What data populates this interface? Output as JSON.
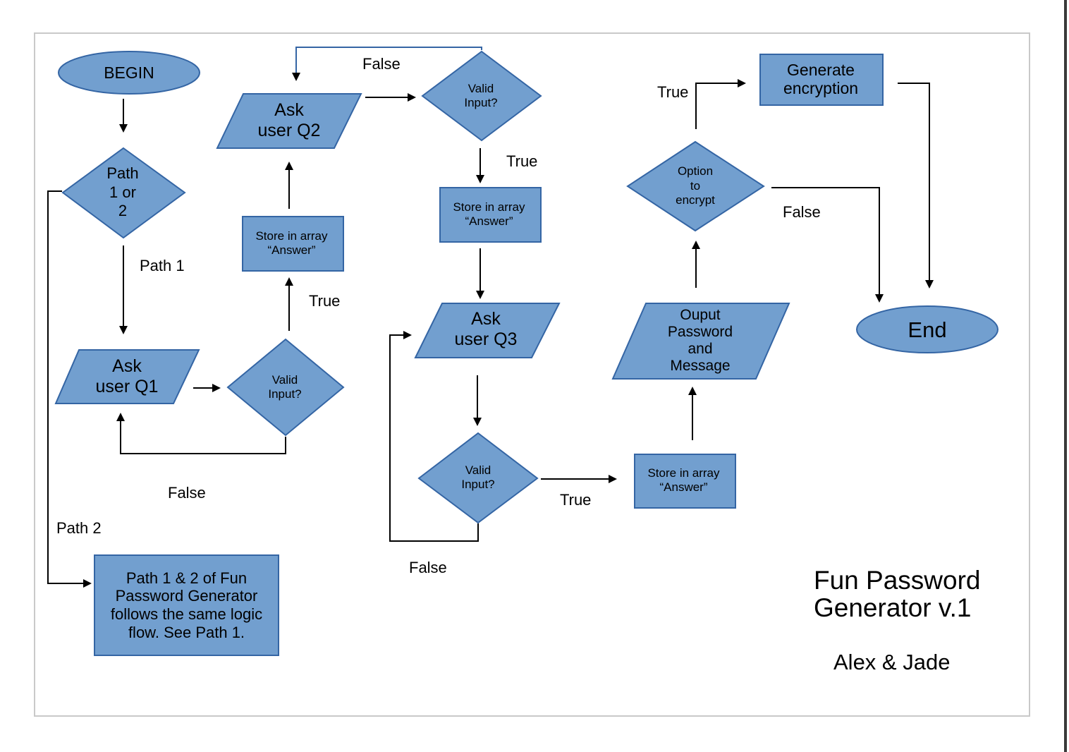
{
  "diagram": {
    "title": "Fun Password\nGenerator v.1",
    "authors": "Alex & Jade",
    "colors": {
      "fill": "#729fcf",
      "stroke": "#3465a4",
      "line": "#000000",
      "feedback_line": "#3465a4"
    },
    "nodes": {
      "begin": "BEGIN",
      "path_decision": "Path\n1 or\n2",
      "ask_q1": "Ask\nuser Q1",
      "valid_q1": "Valid\nInput?",
      "store_q1": "Store in array\n“Answer”",
      "ask_q2": "Ask\nuser Q2",
      "valid_q2": "Valid\nInput?",
      "store_q2": "Store in array\n“Answer”",
      "ask_q3": "Ask\nuser Q3",
      "valid_q3": "Valid\nInput?",
      "store_q3": "Store in array\n“Answer”",
      "output": "Ouput\nPassword\nand\nMessage",
      "option_encrypt": "Option\nto\nencrypt",
      "generate_encryption": "Generate\nencryption",
      "end": "End",
      "path2_note": "Path 1 & 2 of Fun\nPassword Generator\nfollows the same logic\nflow. See Path 1."
    },
    "edge_labels": {
      "path1": "Path 1",
      "path2": "Path 2",
      "q1_true": "True",
      "q1_false": "False",
      "q2_true": "True",
      "q2_false": "False",
      "q3_true": "True",
      "q3_false": "False",
      "encrypt_true": "True",
      "encrypt_false": "False"
    }
  }
}
